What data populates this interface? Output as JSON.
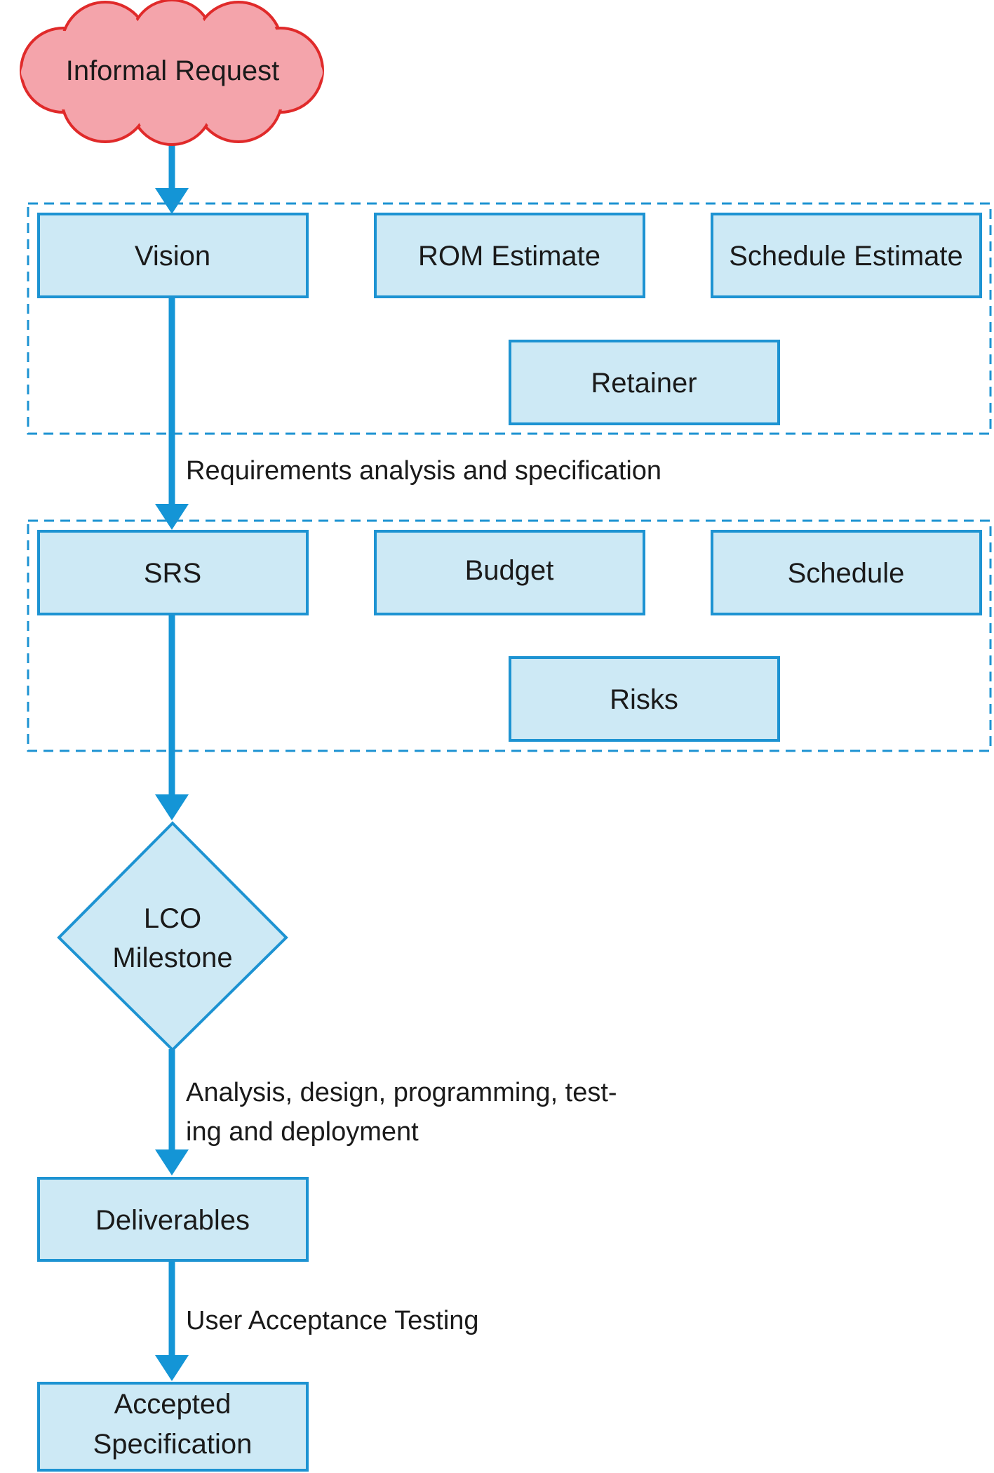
{
  "start": {
    "label": "Informal Request"
  },
  "group1": {
    "items": [
      "Vision",
      "ROM Estimate",
      "Schedule Estimate",
      "Retainer"
    ]
  },
  "edge1": {
    "label": "Requirements analysis and specification"
  },
  "group2": {
    "items": [
      "SRS",
      "Budget",
      "Schedule",
      "Risks"
    ]
  },
  "milestone": {
    "line1": "LCO",
    "line2": "Milestone"
  },
  "edge2": {
    "line1": "Analysis, design, programming, test-",
    "line2": "ing and deployment"
  },
  "deliverables": {
    "label": "Deliverables"
  },
  "edge3": {
    "label": "User Acceptance Testing"
  },
  "end": {
    "line1": "Accepted",
    "line2": "Specification"
  },
  "colors": {
    "accent": "#1495d6",
    "box_fill": "#cde9f5",
    "cloud_fill": "#f4a4ab",
    "cloud_stroke": "#e02a2a"
  }
}
